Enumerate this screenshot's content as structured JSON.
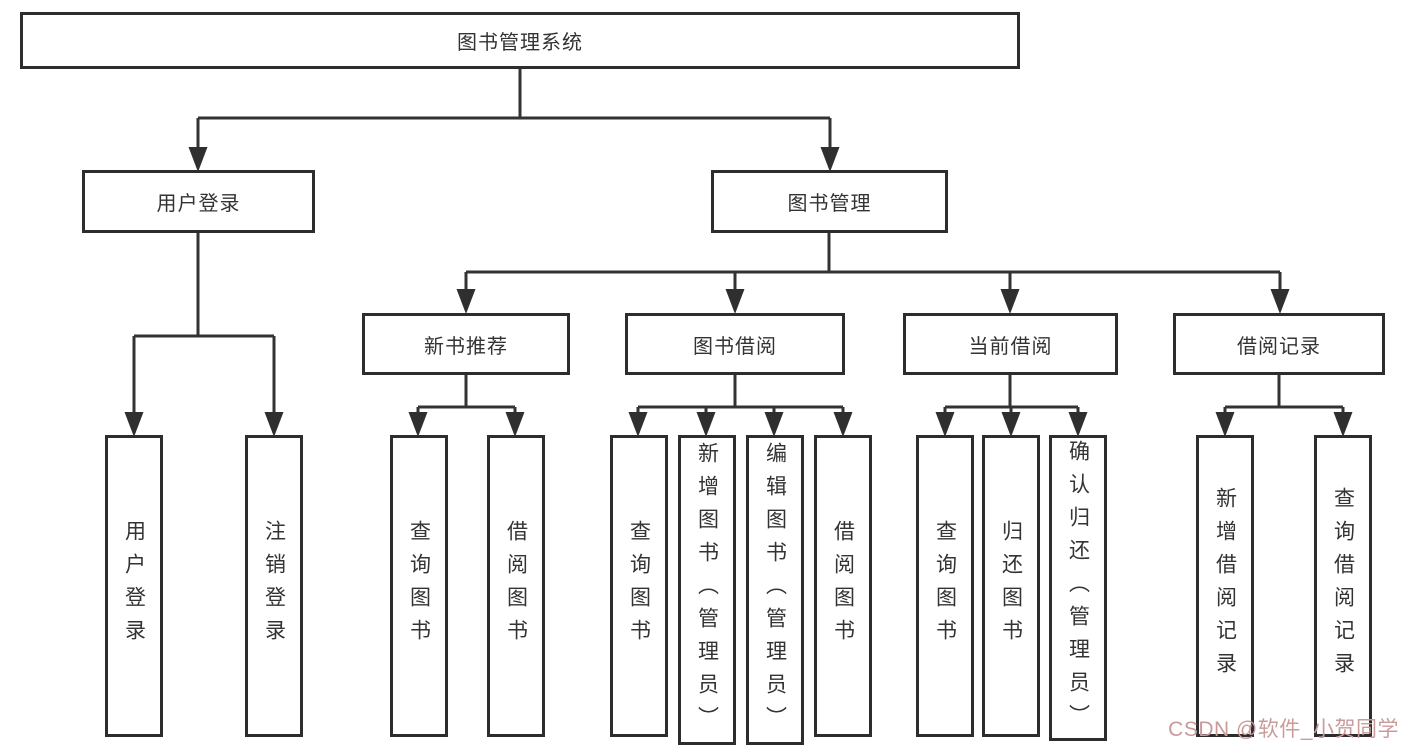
{
  "tree": {
    "root": "图书管理系统",
    "children": [
      {
        "label": "用户登录",
        "children": [
          {
            "label": "用户登录"
          },
          {
            "label": "注销登录"
          }
        ]
      },
      {
        "label": "图书管理",
        "children": [
          {
            "label": "新书推荐",
            "children": [
              {
                "label": "查询图书"
              },
              {
                "label": "借阅图书"
              }
            ]
          },
          {
            "label": "图书借阅",
            "children": [
              {
                "label": "查询图书"
              },
              {
                "label": "新增图书（管理员）"
              },
              {
                "label": "编辑图书（管理员）"
              },
              {
                "label": "借阅图书"
              }
            ]
          },
          {
            "label": "当前借阅",
            "children": [
              {
                "label": "查询图书"
              },
              {
                "label": "归还图书"
              },
              {
                "label": "确认归还（管理员）"
              }
            ]
          },
          {
            "label": "借阅记录",
            "children": [
              {
                "label": "新增借阅记录"
              },
              {
                "label": "查询借阅记录"
              }
            ]
          }
        ]
      }
    ]
  },
  "watermark": "CSDN @软件_小贺同学",
  "colors": {
    "line": "#333333",
    "box_border": "#2d2d2d",
    "text": "#333333",
    "watermark": "#c99b9b",
    "background": "#ffffff"
  }
}
